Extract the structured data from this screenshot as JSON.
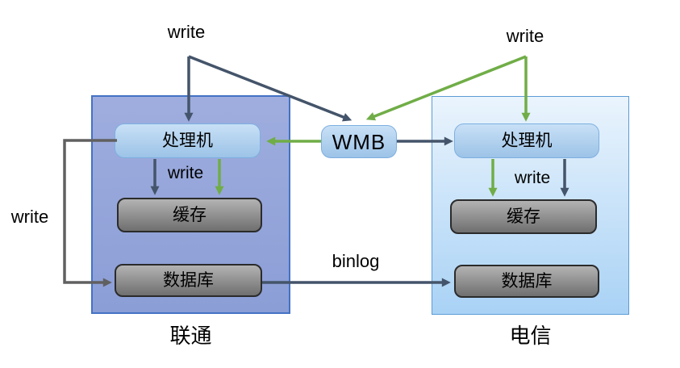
{
  "diagram": {
    "wmb_label": "WMB",
    "left_system": {
      "title": "联通",
      "processor": "处理机",
      "cache": "缓存",
      "database": "数据库"
    },
    "right_system": {
      "title": "电信",
      "processor": "处理机",
      "cache": "缓存",
      "database": "数据库"
    },
    "edge_labels": {
      "write_top_left": "write",
      "write_top_right": "write",
      "write_inner_left": "write",
      "write_inner_right": "write",
      "write_outer_left": "write",
      "binlog": "binlog"
    },
    "colors": {
      "navy_arrow": "#44546A",
      "green_arrow": "#70AD47",
      "gray_arrow": "#606060",
      "left_container_fill_top": "#9FADDE",
      "left_container_fill_bottom": "#8B9ED6",
      "left_container_border": "#4472C4",
      "right_container_fill_top": "#EAF4FD",
      "right_container_fill_bottom": "#A9D2F5",
      "right_container_border": "#5B9BD5",
      "blue_box_fill_top": "#C8E0F6",
      "blue_box_fill_bottom": "#9CC3E7",
      "blue_box_border": "#7EAFE0",
      "gray_box_fill_top": "#B3B3B3",
      "gray_box_fill_bottom": "#6F6F6F",
      "gray_box_border": "#2B2B2B"
    }
  }
}
